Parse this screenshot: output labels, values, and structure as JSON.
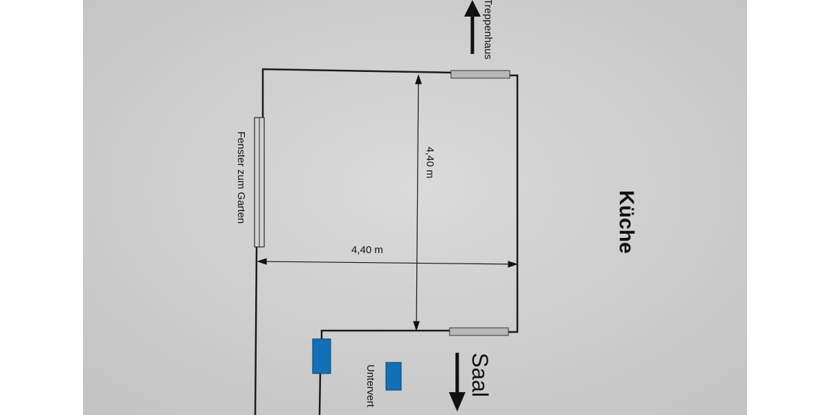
{
  "plan": {
    "labels": {
      "window": "Fenster zum Garten",
      "width_dimension": "4,40 m",
      "depth_dimension": "4,40 m",
      "stairwell": "Treppenhaus",
      "kitchen": "Küche",
      "hall": "Saal",
      "subdistribution": "Untervert"
    },
    "colors": {
      "paper": "#d2d2d2",
      "wall": "#1a1a1a",
      "door": "#b8b8b8",
      "fixture_blue": "#1170b8"
    }
  }
}
